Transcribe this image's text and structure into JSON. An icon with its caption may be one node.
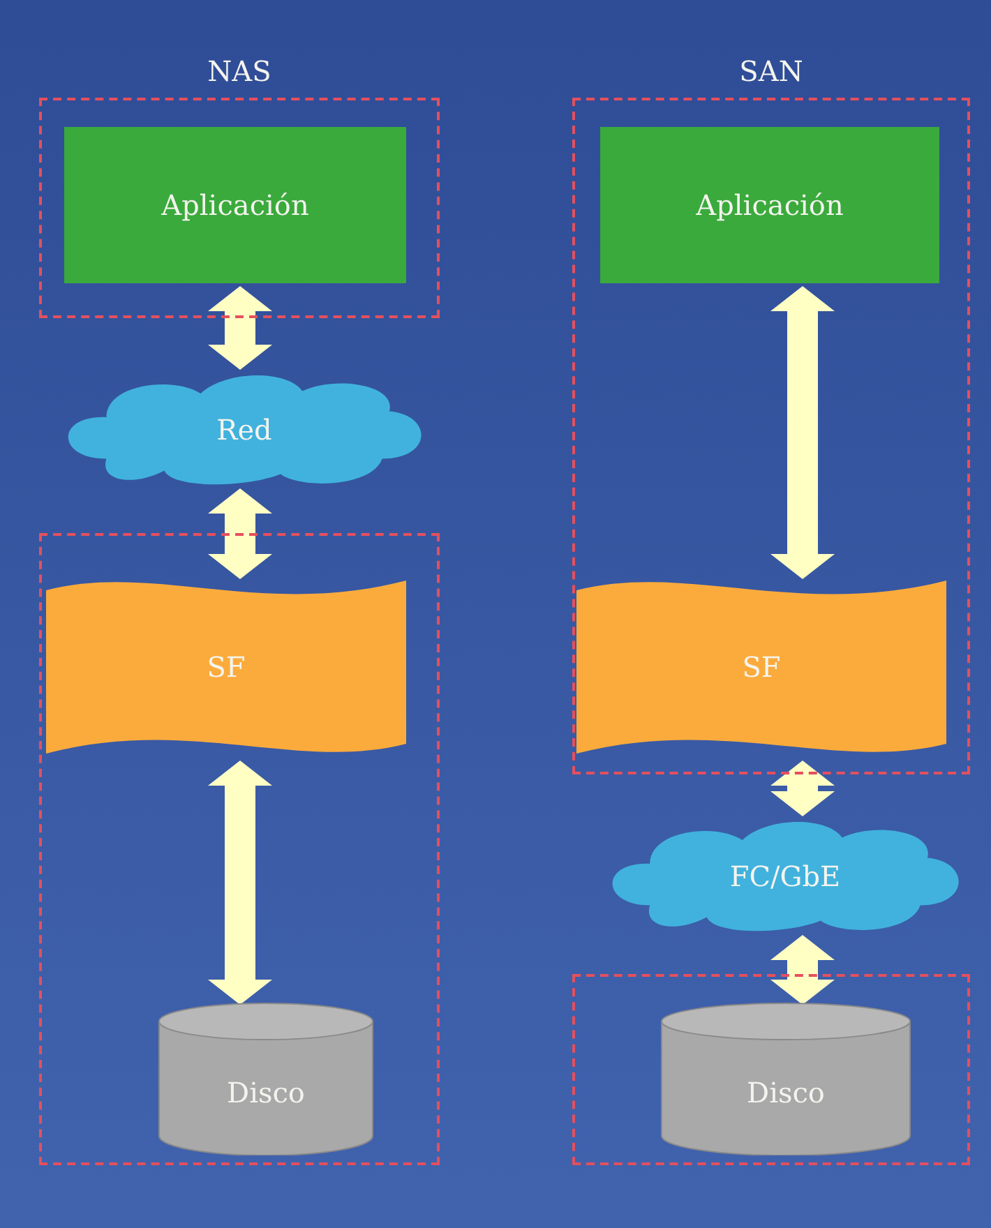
{
  "diagram": {
    "nodes": [
      {
        "text": [],
        "shape": "box"
      },
      {
        "text": [
          "Aplicación"
        ],
        "in": 0
      },
      {
        "text": [
          "Red"
        ]
      },
      {
        "text": [],
        "shape": "box"
      },
      {
        "text": [
          "SF"
        ],
        "in": 3
      },
      {
        "text": [
          "Disco"
        ],
        "in": 3
      },
      {
        "text": [],
        "shape": "box"
      },
      {
        "text": [
          "Aplicación"
        ],
        "in": 6
      },
      {
        "text": [
          "SF"
        ],
        "in": 6
      },
      {
        "text": [
          "FC/GbE"
        ]
      },
      {
        "text": [],
        "shape": "box"
      },
      {
        "text": [
          "Disco"
        ],
        "in": 10
      }
    ],
    "edges": [
      {
        "from": 1,
        "to": 2,
        "arrow": "both"
      },
      {
        "from": 2,
        "to": 4,
        "arrow": "both"
      },
      {
        "from": 4,
        "to": 5,
        "arrow": "both"
      },
      {
        "from": 7,
        "to": 8,
        "arrow": "both"
      },
      {
        "from": 8,
        "to": 9,
        "arrow": "both"
      },
      {
        "from": 9,
        "to": 11,
        "arrow": "both"
      }
    ],
    "labels": [
      "NAS",
      "SAN"
    ]
  }
}
